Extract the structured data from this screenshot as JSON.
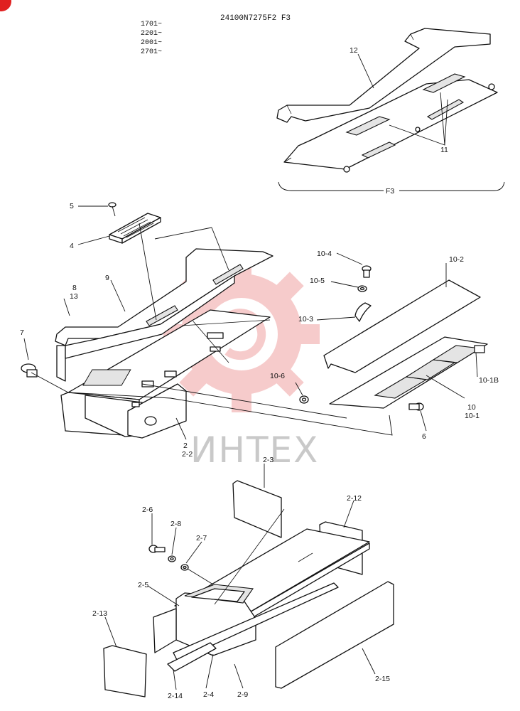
{
  "header": {
    "code": "24100N7275F2 F3",
    "serials": [
      "1701~",
      "2201~",
      "2001~",
      "2701~"
    ]
  },
  "watermark": {
    "text": "ИНТЕХ",
    "color": "#e04848"
  },
  "corner_badge_color": "#e02020",
  "labels": {
    "l12": "12",
    "l11": "11",
    "lF3": "F3",
    "l5": "5",
    "l4": "4",
    "l8": "8",
    "l13": "13",
    "l9": "9",
    "l7": "7",
    "l10_4": "10-4",
    "l10_5": "10-5",
    "l10_3": "10-3",
    "l10_2": "10-2",
    "l10_1B": "10-1B",
    "l10_6": "10-6",
    "l10": "10",
    "l10_1": "10-1",
    "l6": "6",
    "l2": "2",
    "l2_2": "2-2",
    "l2_3": "2-3",
    "l2_12": "2-12",
    "l2_6": "2-6",
    "l2_8": "2-8",
    "l2_7": "2-7",
    "l2_5": "2-5",
    "l2_13": "2-13",
    "l2_15": "2-15",
    "l2_14": "2-14",
    "l2_4": "2-4",
    "l2_9": "2-9"
  }
}
